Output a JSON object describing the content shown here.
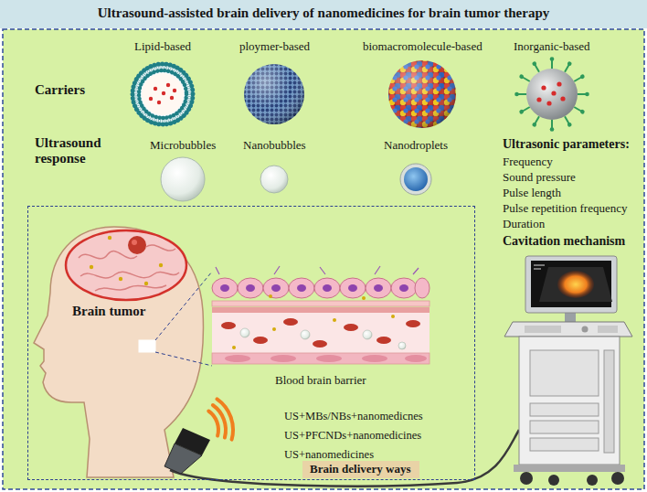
{
  "diagram": {
    "title": "Ultrasound-assisted brain delivery of nanomedicines for brain tumor therapy",
    "nodes": [
      {
        "text": [
          "Brain tumor",
          "Blood brain barrier",
          "US+MBs/NBs+nanomedicnes",
          "US+PFCNDs+nanomedicines",
          "US+nanomedicines"
        ]
      },
      {
        "text": [
          "Brain delivery ways"
        ],
        "in": 0
      }
    ],
    "labels": [
      "Carriers",
      "Lipid-based",
      "ploymer-based",
      "biomacromolecule-based",
      "Inorganic-based",
      "Ultrasound response",
      "Microbubbles",
      "Nanobubbles",
      "Nanodroplets",
      "Ultrasonic parameters:",
      "Frequency",
      "Sound pressure",
      "Pulse length",
      "Pulse repetition frequency",
      "Duration",
      "Cavitation mechanism"
    ]
  }
}
